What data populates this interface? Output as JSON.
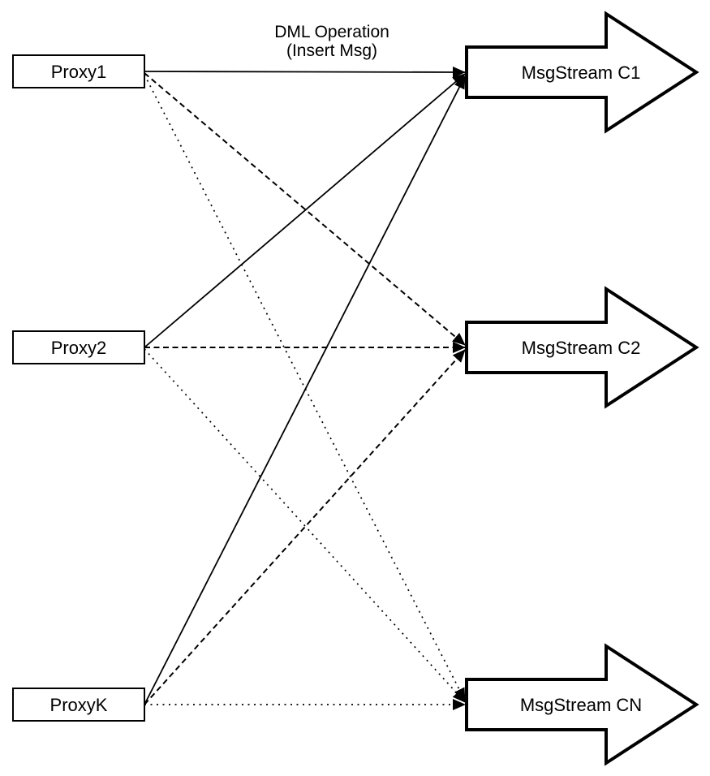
{
  "diagram": {
    "background_color": "#ffffff",
    "stroke_color": "#000000",
    "text_color": "#000000",
    "label": {
      "line1": "DML Operation",
      "line2": "(Insert Msg)"
    },
    "proxies": [
      {
        "label": "Proxy1"
      },
      {
        "label": "Proxy2"
      },
      {
        "label": "ProxyK"
      }
    ],
    "streams": [
      {
        "label": "MsgStream C1"
      },
      {
        "label": "MsgStream C2"
      },
      {
        "label": "MsgStream CN"
      }
    ],
    "connections": [
      {
        "from": "Proxy1",
        "to": "MsgStream C1",
        "style": "solid"
      },
      {
        "from": "Proxy2",
        "to": "MsgStream C1",
        "style": "solid"
      },
      {
        "from": "ProxyK",
        "to": "MsgStream C1",
        "style": "solid"
      },
      {
        "from": "Proxy1",
        "to": "MsgStream C2",
        "style": "dashed"
      },
      {
        "from": "Proxy2",
        "to": "MsgStream C2",
        "style": "dashed"
      },
      {
        "from": "ProxyK",
        "to": "MsgStream C2",
        "style": "dashed"
      },
      {
        "from": "Proxy1",
        "to": "MsgStream CN",
        "style": "dotted"
      },
      {
        "from": "Proxy2",
        "to": "MsgStream CN",
        "style": "dotted"
      },
      {
        "from": "ProxyK",
        "to": "MsgStream CN",
        "style": "dotted"
      }
    ]
  }
}
